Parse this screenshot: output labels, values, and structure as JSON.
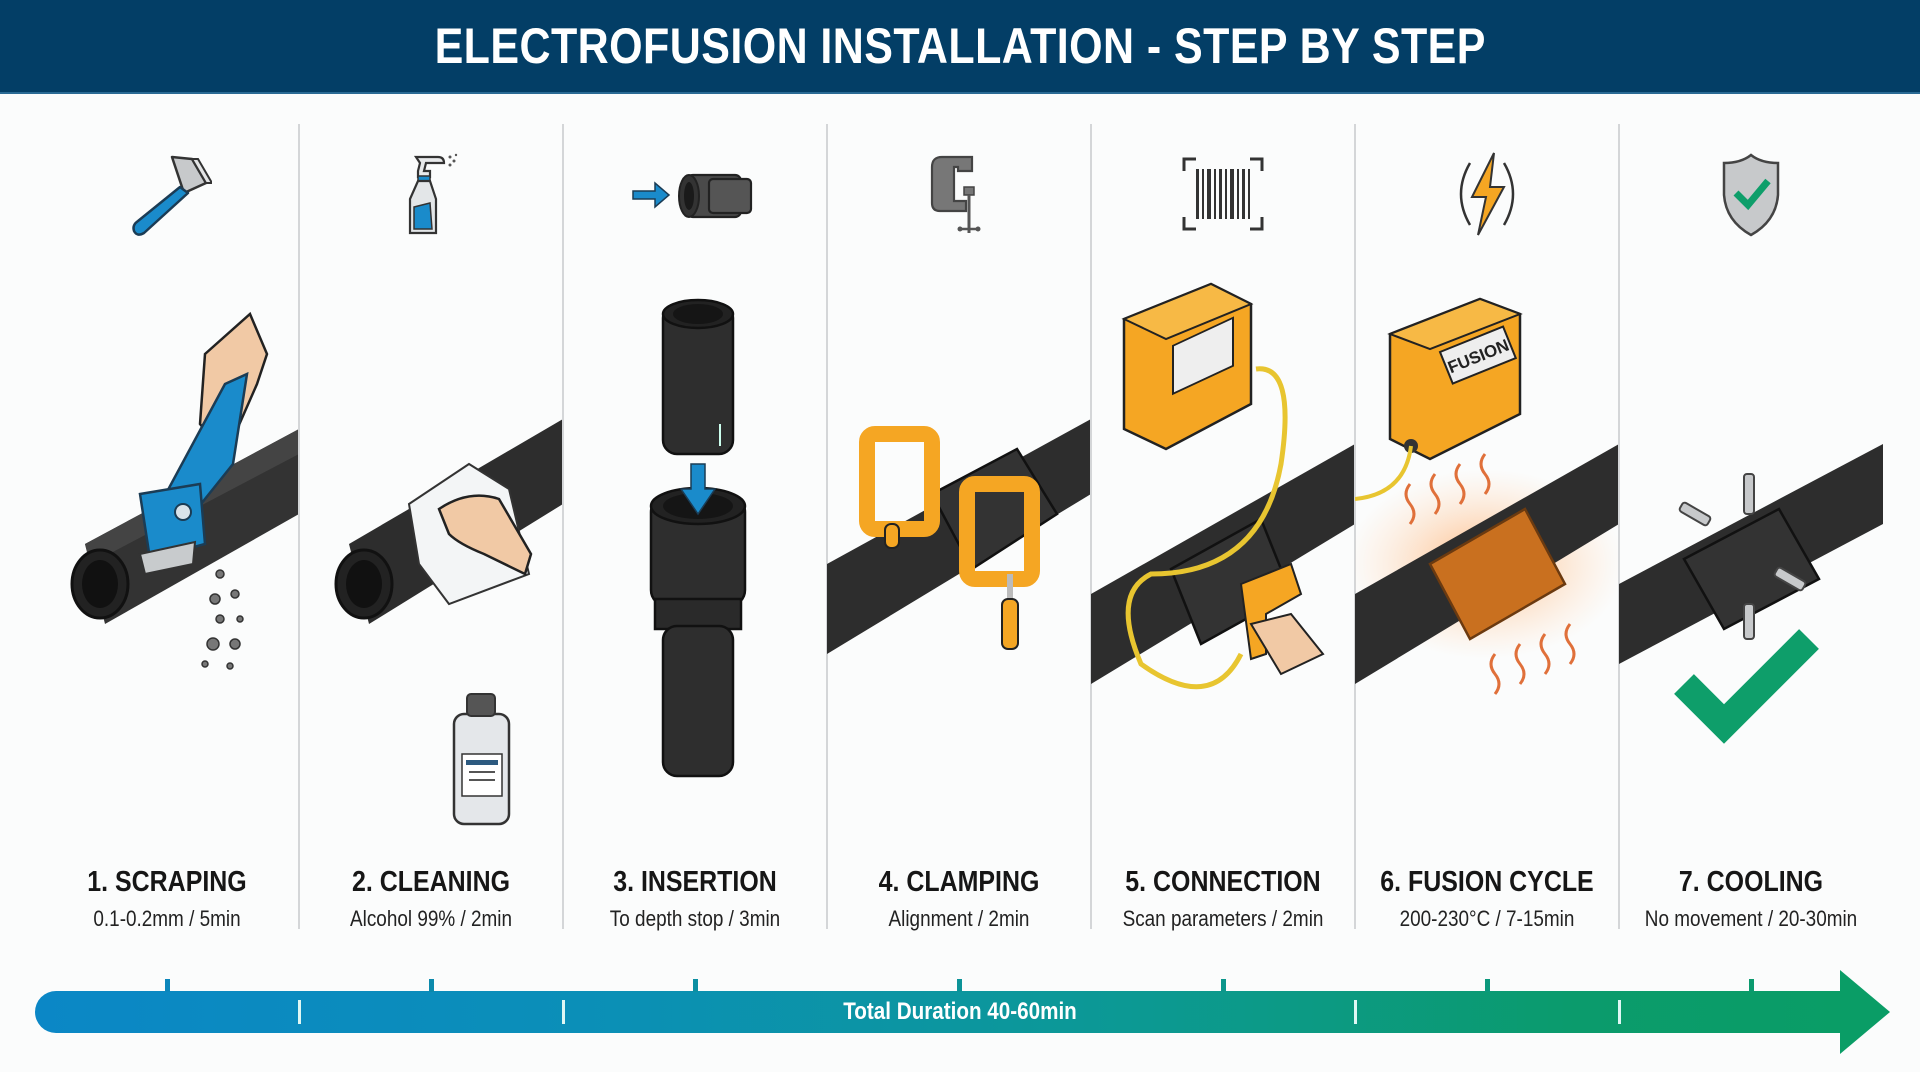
{
  "header": {
    "title": "ELECTROFUSION INSTALLATION - STEP BY STEP",
    "background_color": "#033e66"
  },
  "steps": [
    {
      "number": 1,
      "title": "1. SCRAPING",
      "detail": "0.1-0.2mm / 5min",
      "icon": "scraper-icon",
      "illustration": "hand scraping pipe with blue scraper, shavings falling"
    },
    {
      "number": 2,
      "title": "2. CLEANING",
      "detail": "Alcohol 99% / 2min",
      "icon": "spray-bottle-icon",
      "illustration": "hand wiping pipe with cloth, alcohol bottle"
    },
    {
      "number": 3,
      "title": "3. INSERTION",
      "detail": "To depth stop / 3min",
      "icon": "arrow-into-fitting-icon",
      "illustration": "pipe inserted vertically into coupler with blue down arrow"
    },
    {
      "number": 4,
      "title": "4. CLAMPING",
      "detail": "Alignment / 2min",
      "icon": "c-clamp-icon",
      "illustration": "orange alignment clamps on pipe coupler"
    },
    {
      "number": 5,
      "title": "5. CONNECTION",
      "detail": "Scan parameters / 2min",
      "icon": "barcode-scan-icon",
      "illustration": "orange control box with barcode scanner reading fitting label"
    },
    {
      "number": 6,
      "title": "6. FUSION CYCLE",
      "detail": "200-230°C / 7-15min",
      "icon": "lightning-bolt-icon",
      "illustration": "FUSION control box, coupler glowing with heat waves",
      "box_label": "FUSION"
    },
    {
      "number": 7,
      "title": "7. COOLING",
      "detail": "No movement / 20-30min",
      "icon": "shield-check-icon",
      "illustration": "fused coupler with indicator pins and green checkmark"
    }
  ],
  "timeline": {
    "label": "Total Duration 40-60min",
    "gradient_start": "#0b87c6",
    "gradient_end": "#0a9d66"
  },
  "colors": {
    "blue_accent": "#1a8bcb",
    "orange_accent": "#f5a623",
    "green_check": "#0e9e6a",
    "pipe_black": "#2b2b2b"
  }
}
